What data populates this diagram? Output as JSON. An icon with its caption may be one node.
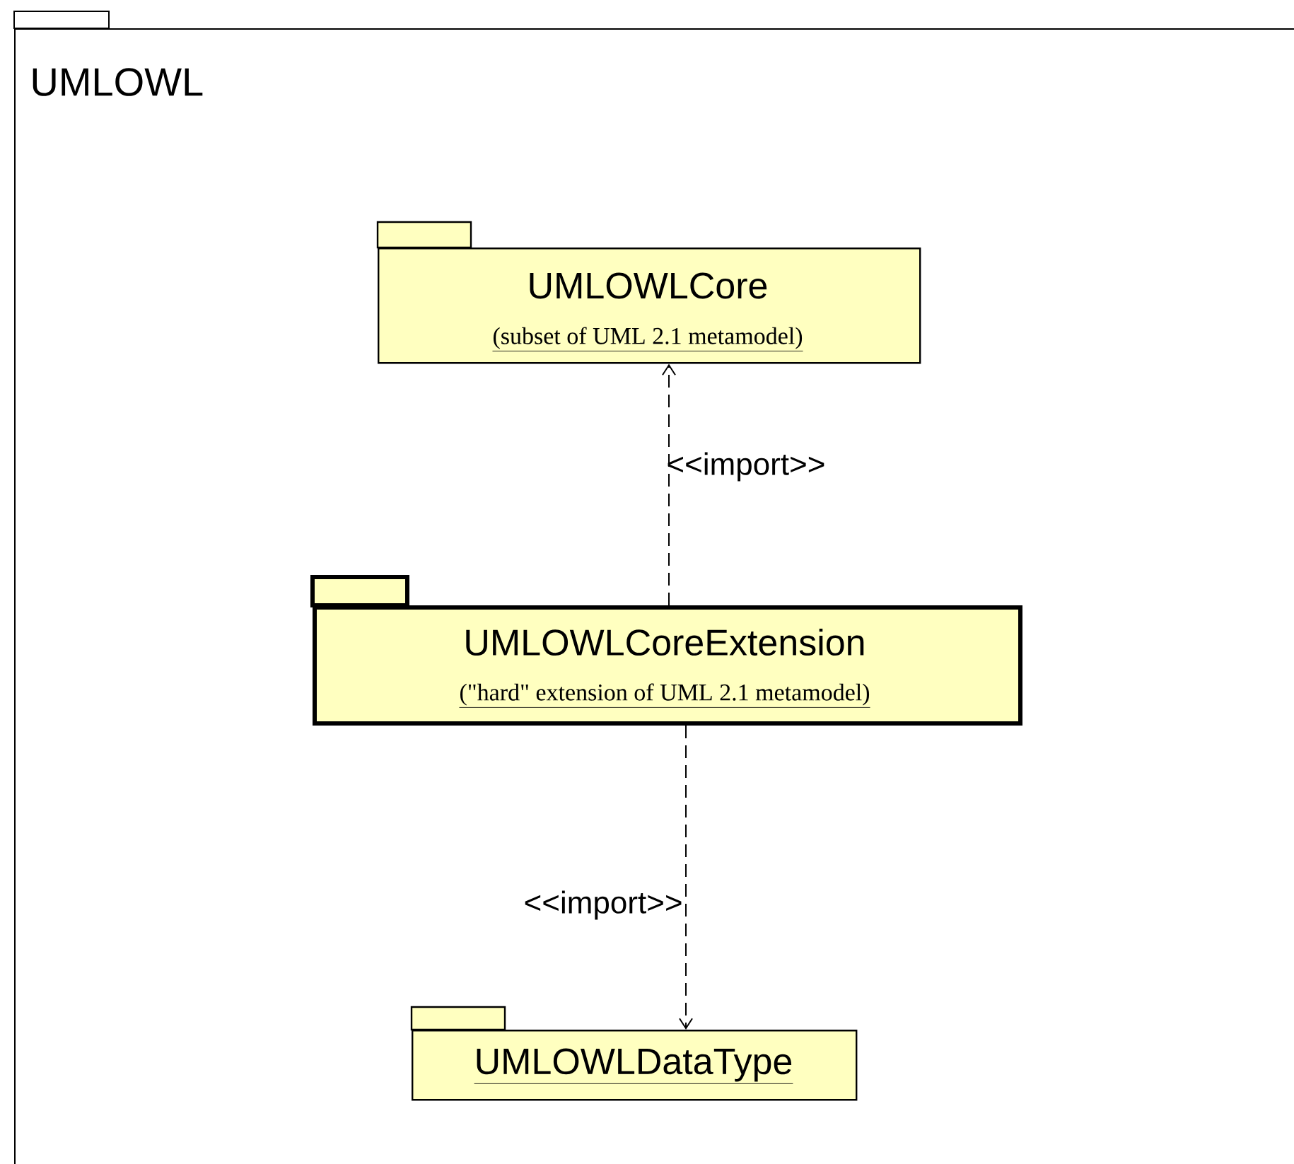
{
  "diagram": {
    "nodes": [
      {
        "text": [
          "UMLOWL"
        ]
      },
      {
        "text": [
          "UMLOWLCore",
          "(subset of UML 2.1 metamodel)"
        ],
        "in": 0
      },
      {
        "text": [
          "UMLOWLCoreExtension",
          "(\"hard\" extension of UML 2.1 metamodel)"
        ],
        "in": 0
      },
      {
        "text": [
          "UMLOWLDataType"
        ],
        "in": 0
      }
    ],
    "edges": [
      {
        "from": 2,
        "to": 1,
        "arrow": "to",
        "label": "<<import>>",
        "style": "dashed"
      },
      {
        "from": 2,
        "to": 3,
        "arrow": "to",
        "label": "<<import>>",
        "style": "dashed"
      }
    ]
  }
}
